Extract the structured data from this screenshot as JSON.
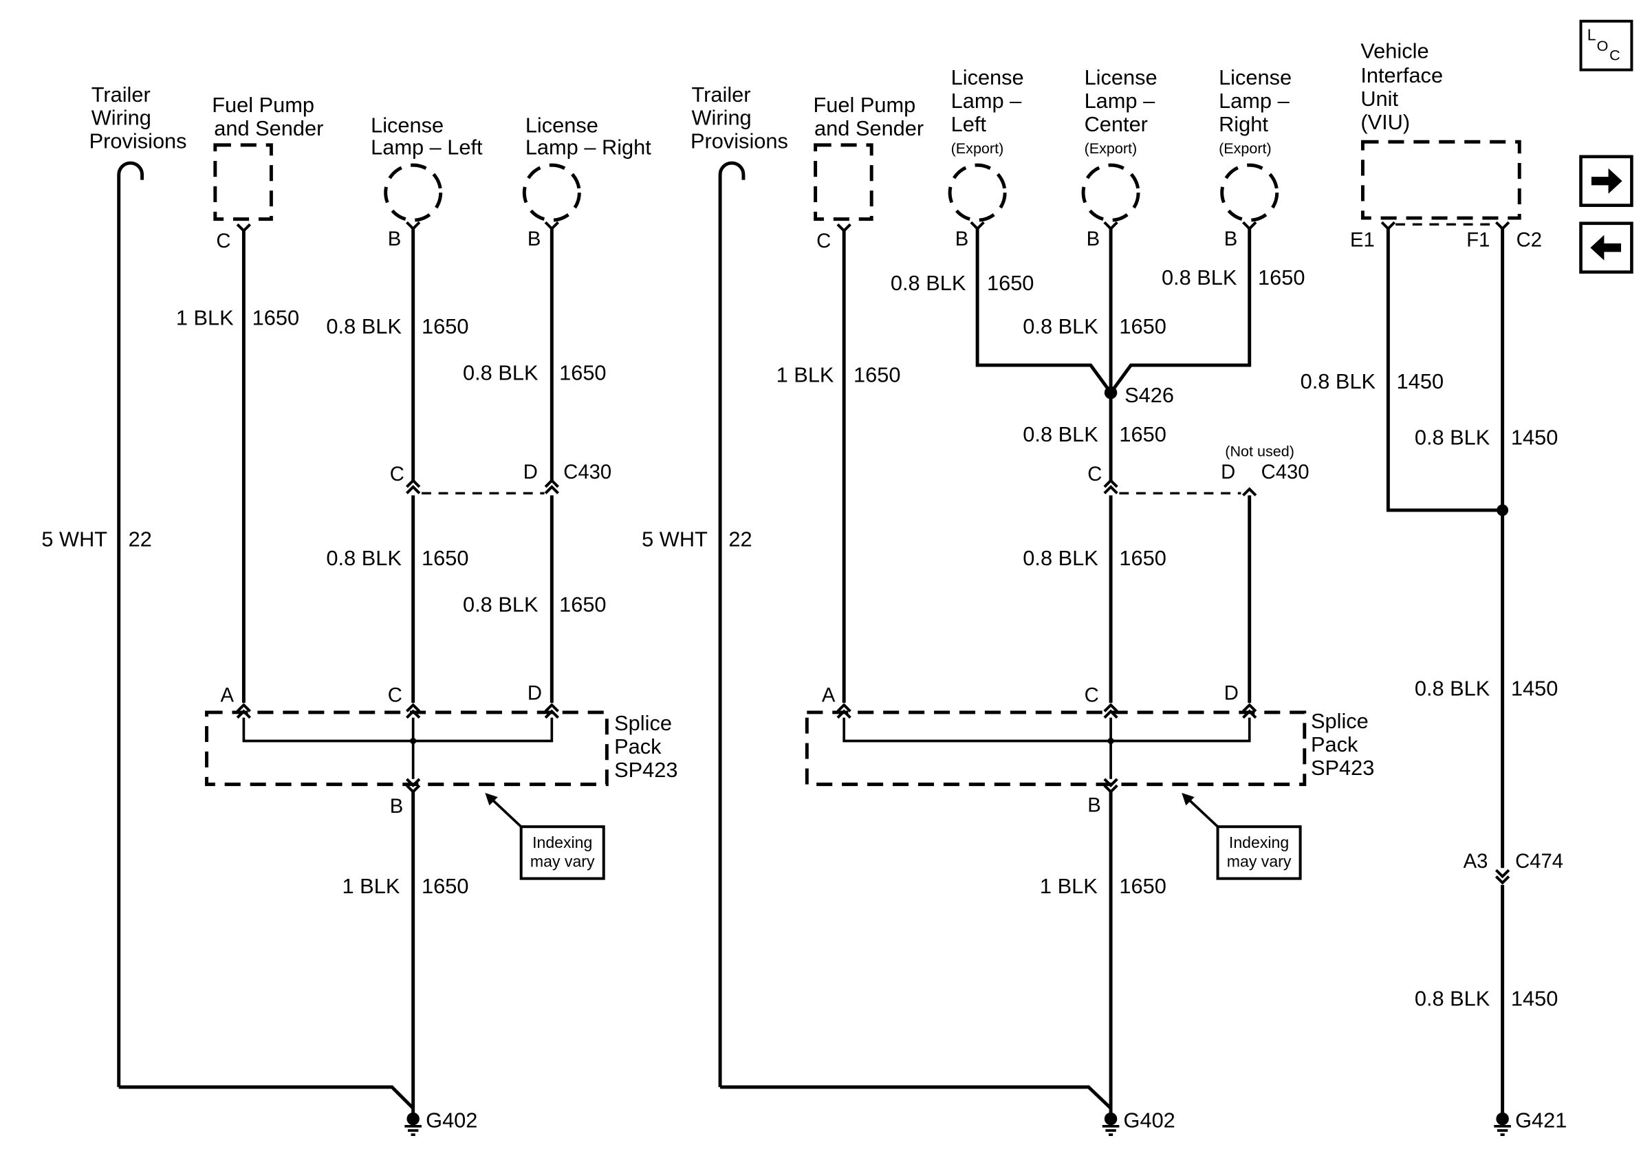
{
  "left_panel": {
    "trailer": [
      "Trailer",
      "Wiring",
      "Provisions"
    ],
    "fuel_pump": [
      "Fuel Pump",
      "and Sender"
    ],
    "lamp_left": [
      "License",
      "Lamp – Left"
    ],
    "lamp_right": [
      "License",
      "Lamp – Right"
    ],
    "pins": {
      "fuel": "C",
      "lamp_left": "B",
      "lamp_right": "B",
      "c430_c": "C",
      "c430_d": "D",
      "sp_a": "A",
      "sp_c": "C",
      "sp_d": "D",
      "sp_b": "B"
    },
    "wires": {
      "fuel": {
        "size": "1 BLK",
        "circuit": "1650"
      },
      "left_top": {
        "size": "0.8 BLK",
        "circuit": "1650"
      },
      "right_top": {
        "size": "0.8 BLK",
        "circuit": "1650"
      },
      "left_mid": {
        "size": "0.8 BLK",
        "circuit": "1650"
      },
      "right_mid": {
        "size": "0.8 BLK",
        "circuit": "1650"
      },
      "ground": {
        "size": "1 BLK",
        "circuit": "1650"
      },
      "trailer": {
        "size": "5 WHT",
        "circuit": "22"
      }
    },
    "connector": "C430",
    "splice": [
      "Splice",
      "Pack",
      "SP423"
    ],
    "note": [
      "Indexing",
      "may vary"
    ],
    "ground": "G402"
  },
  "middle_panel": {
    "trailer": [
      "Trailer",
      "Wiring",
      "Provisions"
    ],
    "fuel_pump": [
      "Fuel Pump",
      "and Sender"
    ],
    "lamp_left": [
      "License",
      "Lamp –",
      "Left",
      "(Export)"
    ],
    "lamp_center": [
      "License",
      "Lamp –",
      "Center",
      "(Export)"
    ],
    "lamp_right": [
      "License",
      "Lamp –",
      "Right",
      "(Export)"
    ],
    "pins": {
      "fuel": "C",
      "lamp_left": "B",
      "lamp_center": "B",
      "lamp_right": "B",
      "c430_c": "C",
      "c430_d": "D",
      "sp_a": "A",
      "sp_c": "C",
      "sp_d": "D",
      "sp_b": "B"
    },
    "wires": {
      "fuel": {
        "size": "1 BLK",
        "circuit": "1650"
      },
      "left": {
        "size": "0.8 BLK",
        "circuit": "1650"
      },
      "center": {
        "size": "0.8 BLK",
        "circuit": "1650"
      },
      "right": {
        "size": "0.8 BLK",
        "circuit": "1650"
      },
      "after_splice": {
        "size": "0.8 BLK",
        "circuit": "1650"
      },
      "center_mid": {
        "size": "0.8 BLK",
        "circuit": "1650"
      },
      "ground": {
        "size": "1 BLK",
        "circuit": "1650"
      },
      "trailer": {
        "size": "5 WHT",
        "circuit": "22"
      }
    },
    "splice_point": "S426",
    "not_used": "(Not used)",
    "connector": "C430",
    "splice": [
      "Splice",
      "Pack",
      "SP423"
    ],
    "note": [
      "Indexing",
      "may vary"
    ],
    "ground": "G402"
  },
  "right_panel": {
    "viu": [
      "Vehicle",
      "Interface",
      "Unit",
      "(VIU)"
    ],
    "pins": {
      "e1": "E1",
      "f1": "F1",
      "c2": "C2",
      "a3": "A3"
    },
    "wires": {
      "e1": {
        "size": "0.8 BLK",
        "circuit": "1450"
      },
      "f1": {
        "size": "0.8 BLK",
        "circuit": "1450"
      },
      "mid": {
        "size": "0.8 BLK",
        "circuit": "1450"
      },
      "low": {
        "size": "0.8 BLK",
        "circuit": "1450"
      }
    },
    "connector": "C474",
    "ground": "G421"
  },
  "nav": {
    "loc_l": "L",
    "loc_o": "O",
    "loc_c": "C",
    "forward_icon": "right-arrow-icon",
    "back_icon": "left-arrow-icon"
  }
}
